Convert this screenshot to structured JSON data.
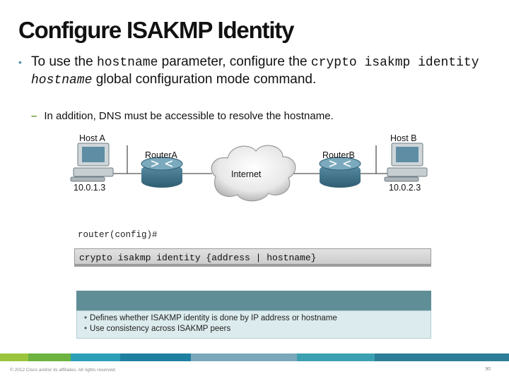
{
  "title": "Configure ISAKMP Identity",
  "bullet": {
    "part1": "To use the ",
    "code1": "hostname",
    "part2": " parameter, configure the ",
    "code2": "crypto isakmp identity",
    "code3": "hostname",
    "part3": " global configuration mode command."
  },
  "sub_bullet": "In addition, DNS must be accessible to resolve the hostname.",
  "network": {
    "host_a": "Host A",
    "host_b": "Host B",
    "router_a": "RouterA",
    "router_b": "RouterB",
    "cloud": "Internet",
    "ip_a": "10.0.1.3",
    "ip_b": "10.0.2.3"
  },
  "command": {
    "prompt": "router(config)#",
    "syntax": "crypto isakmp identity {address | hostname}"
  },
  "panel": {
    "items": [
      "Defines whether ISAKMP identity is done by IP address or hostname",
      "Use consistency across ISAKMP peers"
    ]
  },
  "footer": {
    "copyright": "© 2012 Cisco and/or its affiliates. All rights reserved.",
    "page": "90"
  },
  "colors": {
    "strip": [
      "#9bc43d",
      "#6cb33f",
      "#2a9fb6",
      "#1f7fa1",
      "#7aa7ba",
      "#3ba0b2",
      "#2d7c98"
    ]
  }
}
